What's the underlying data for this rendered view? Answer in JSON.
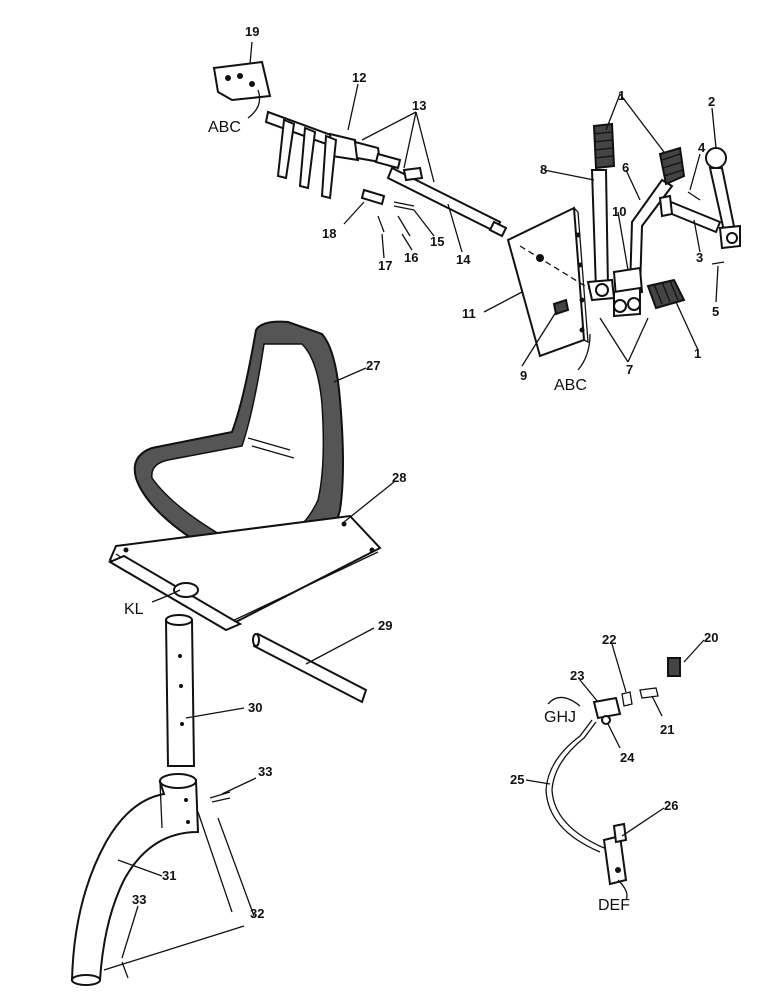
{
  "callouts": {
    "c1a": "1",
    "c1b": "1",
    "c2": "2",
    "c3": "3",
    "c4": "4",
    "c5": "5",
    "c6": "6",
    "c7": "7",
    "c8": "8",
    "c9": "9",
    "c10": "10",
    "c11": "11",
    "c12": "12",
    "c13": "13",
    "c14": "14",
    "c15": "15",
    "c16": "16",
    "c17": "17",
    "c18": "18",
    "c19": "19",
    "c20": "20",
    "c21": "21",
    "c22": "22",
    "c23": "23",
    "c24": "24",
    "c25": "25",
    "c26": "26",
    "c27": "27",
    "c28": "28",
    "c29": "29",
    "c30": "30",
    "c31": "31",
    "c32": "32",
    "c33a": "33",
    "c33b": "33"
  },
  "refs": {
    "abc_top": "ABC",
    "abc_panel": "ABC",
    "kl": "KL",
    "ghj": "GHJ",
    "def": "DEF"
  }
}
